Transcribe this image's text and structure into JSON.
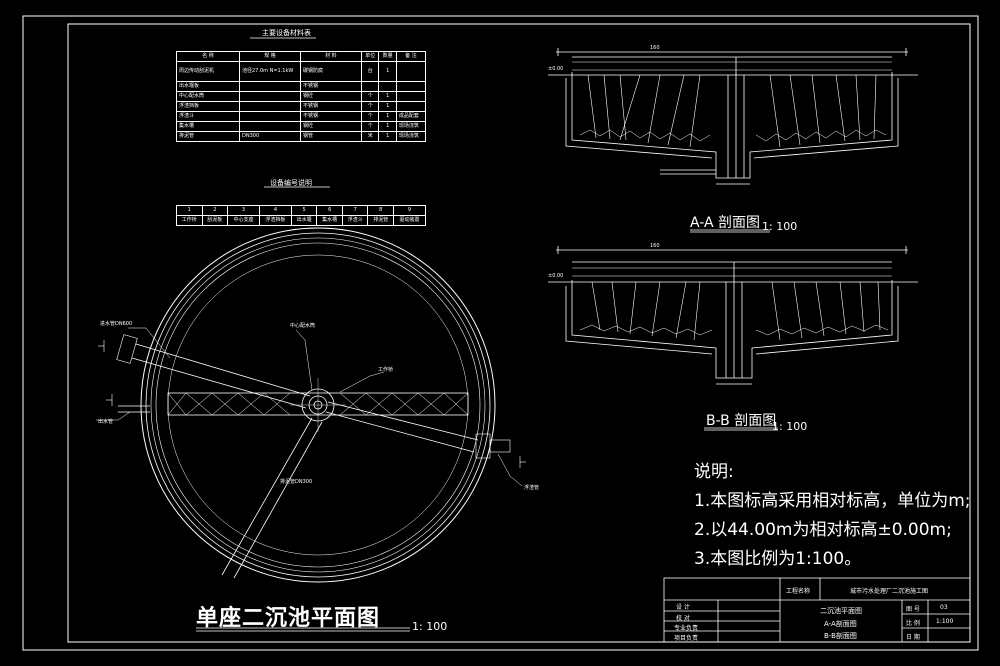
{
  "materials_table": {
    "title": "主要设备材料表",
    "headers": [
      "名 称",
      "规 格",
      "材 料",
      "单位",
      "数量",
      "备 注"
    ],
    "rows": [
      [
        "周边传动刮泥机",
        "池径27.0m N=1.1kW",
        "碳钢防腐",
        "台",
        "1",
        ""
      ],
      [
        "出水堰板",
        "",
        "不锈钢",
        "",
        "",
        ""
      ],
      [
        "中心配水筒",
        "",
        "钢砼",
        "个",
        "1",
        ""
      ],
      [
        "浮渣挡板",
        "",
        "不锈钢",
        "个",
        "1",
        ""
      ],
      [
        "浮渣斗",
        "",
        "不锈钢",
        "个",
        "1",
        "成品配套"
      ],
      [
        "集水槽",
        "",
        "钢砼",
        "个",
        "1",
        "现场浇筑"
      ],
      [
        "排泥管",
        "DN300",
        "钢管",
        "米",
        "1",
        "现场浇筑"
      ]
    ]
  },
  "number_table": {
    "title": "设备编号说明",
    "numbers": [
      "1",
      "2",
      "3",
      "4",
      "5",
      "6",
      "7",
      "8",
      "9"
    ],
    "names": [
      "工作桥",
      "刮泥板",
      "中心支座",
      "浮渣挡板",
      "出水堰",
      "集水槽",
      "浮渣斗",
      "排泥管",
      "驱动装置"
    ]
  },
  "plan_labels": {
    "inlet": "进水管DN600",
    "outlet": "出水管",
    "sludge": "排泥管DN300",
    "scum": "浮渣管",
    "bridge": "工作桥",
    "center": "中心配水筒"
  },
  "section_aa": {
    "title": "A-A 剖面图",
    "scale": "1: 100",
    "dim_top": "160",
    "level": "±0.00"
  },
  "section_bb": {
    "title": "B-B 剖面图",
    "scale": "1: 100",
    "dim_top": "160",
    "level": "±0.00"
  },
  "plan": {
    "title": "单座二沉池平面图",
    "scale": "1: 100"
  },
  "notes": {
    "heading": "说明:",
    "line1": "1.本图标高采用相对标高，单位为m;",
    "line2": "2.以44.00m为相对标高±0.00m;",
    "line3": "3.本图比例为1:100。"
  },
  "title_block": {
    "project_label": "工程名称",
    "project_name": "城市污水处理厂二沉池施工图",
    "drawing_name": "二沉池平面图",
    "drawing_sub1": "A-A剖面图",
    "drawing_sub2": "B-B剖面图",
    "role1": "设 计",
    "role2": "校 对",
    "role3": "专业负责",
    "role4": "项目负责",
    "fig_label": "图 号",
    "fig_value": "03",
    "scale_label": "比 例",
    "scale_value": "1:100",
    "date_label": "日 期",
    "date_value": ""
  },
  "colors": {
    "line": "#ffffff",
    "background": "#000000"
  }
}
